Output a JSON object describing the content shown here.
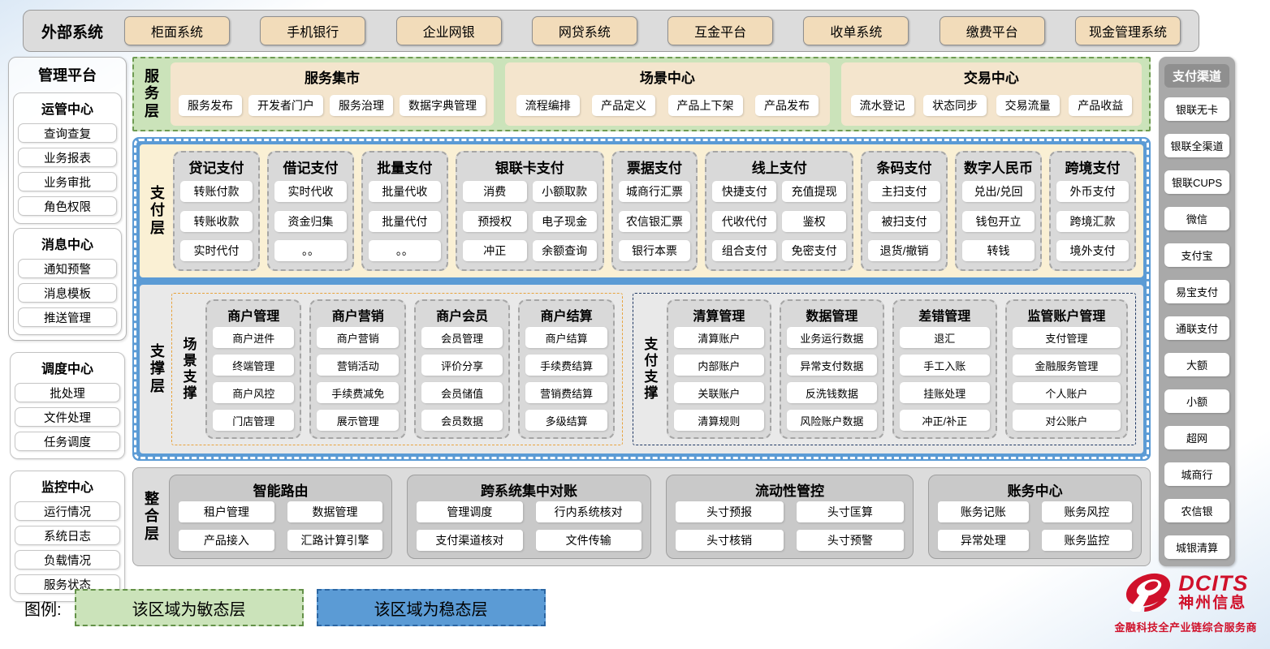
{
  "external_systems": {
    "label": "外部系统",
    "items": [
      "柜面系统",
      "手机银行",
      "企业网银",
      "网贷系统",
      "互金平台",
      "收单系统",
      "缴费平台",
      "现金管理系统"
    ]
  },
  "management_platform": {
    "title": "管理平台",
    "groups": [
      {
        "title": "运管中心",
        "items": [
          "查询查复",
          "业务报表",
          "业务审批",
          "角色权限"
        ]
      },
      {
        "title": "消息中心",
        "items": [
          "通知预警",
          "消息模板",
          "推送管理"
        ]
      },
      {
        "title": "调度中心",
        "items": [
          "批处理",
          "文件处理",
          "任务调度"
        ]
      },
      {
        "title": "监控中心",
        "items": [
          "运行情况",
          "系统日志",
          "负载情况",
          "服务状态"
        ]
      }
    ]
  },
  "service_layer": {
    "label": "服务层",
    "panels": [
      {
        "title": "服务集市",
        "items": [
          "服务发布",
          "开发者门户",
          "服务治理",
          "数据字典管理"
        ]
      },
      {
        "title": "场景中心",
        "items": [
          "流程编排",
          "产品定义",
          "产品上下架",
          "产品发布"
        ]
      },
      {
        "title": "交易中心",
        "items": [
          "流水登记",
          "状态同步",
          "交易流量",
          "产品收益"
        ]
      }
    ]
  },
  "payment_layer": {
    "label": "支付层",
    "columns": [
      {
        "title": "贷记支付",
        "cols": 1,
        "items": [
          "转账付款",
          "转账收款",
          "实时代付"
        ]
      },
      {
        "title": "借记支付",
        "cols": 1,
        "items": [
          "实时代收",
          "资金归集",
          "。。"
        ]
      },
      {
        "title": "批量支付",
        "cols": 1,
        "items": [
          "批量代收",
          "批量代付",
          "。。"
        ]
      },
      {
        "title": "银联卡支付",
        "cols": 2,
        "items": [
          "消费",
          "小额取款",
          "预授权",
          "电子现金",
          "冲正",
          "余额查询"
        ]
      },
      {
        "title": "票据支付",
        "cols": 1,
        "items": [
          "城商行汇票",
          "农信银汇票",
          "银行本票"
        ]
      },
      {
        "title": "线上支付",
        "cols": 2,
        "items": [
          "快捷支付",
          "充值提现",
          "代收代付",
          "鉴权",
          "组合支付",
          "免密支付"
        ]
      },
      {
        "title": "条码支付",
        "cols": 1,
        "items": [
          "主扫支付",
          "被扫支付",
          "退货/撤销"
        ]
      },
      {
        "title": "数字人民币",
        "cols": 1,
        "items": [
          "兑出/兑回",
          "钱包开立",
          "转钱"
        ]
      },
      {
        "title": "跨境支付",
        "cols": 1,
        "items": [
          "外币支付",
          "跨境汇款",
          "境外支付"
        ]
      }
    ]
  },
  "support_layer": {
    "label": "支撑层",
    "sections": [
      {
        "label": "场景支撑",
        "accent": "orange",
        "columns": [
          {
            "title": "商户管理",
            "items": [
              "商户进件",
              "终端管理",
              "商户风控",
              "门店管理"
            ]
          },
          {
            "title": "商户营销",
            "items": [
              "商户营销",
              "营销活动",
              "手续费减免",
              "展示管理"
            ]
          },
          {
            "title": "商户会员",
            "items": [
              "会员管理",
              "评价分享",
              "会员储值",
              "会员数据"
            ]
          },
          {
            "title": "商户结算",
            "items": [
              "商户结算",
              "手续费结算",
              "营销费结算",
              "多级结算"
            ]
          }
        ]
      },
      {
        "label": "支付支撑",
        "accent": "navy",
        "columns": [
          {
            "title": "清算管理",
            "items": [
              "清算账户",
              "内部账户",
              "关联账户",
              "清算规则"
            ]
          },
          {
            "title": "数据管理",
            "items": [
              "业务运行数据",
              "异常支付数据",
              "反洗钱数据",
              "风险账户数据"
            ]
          },
          {
            "title": "差错管理",
            "items": [
              "退汇",
              "手工入账",
              "挂账处理",
              "冲正/补正"
            ]
          },
          {
            "title": "监管账户管理",
            "items": [
              "支付管理",
              "金融服务管理",
              "个人账户",
              "对公账户"
            ]
          }
        ]
      }
    ]
  },
  "integration_layer": {
    "label": "整合层",
    "panels": [
      {
        "title": "智能路由",
        "items": [
          "租户管理",
          "数据管理",
          "产品接入",
          "汇路计算引擎"
        ]
      },
      {
        "title": "跨系统集中对账",
        "items": [
          "管理调度",
          "行内系统核对",
          "支付渠道核对",
          "文件传输"
        ]
      },
      {
        "title": "流动性管控",
        "items": [
          "头寸预报",
          "头寸匡算",
          "头寸核销",
          "头寸预警"
        ]
      },
      {
        "title": "账务中心",
        "items": [
          "账务记账",
          "账务风控",
          "异常处理",
          "账务监控"
        ]
      }
    ]
  },
  "payment_channels": {
    "title": "支付渠道",
    "items": [
      "银联无卡",
      "银联全渠道",
      "银联CUPS",
      "微信",
      "支付宝",
      "易宝支付",
      "通联支付",
      "大额",
      "小额",
      "超网",
      "城商行",
      "农信银",
      "城银清算"
    ]
  },
  "legend": {
    "label": "图例:",
    "agile": "该区域为敏态层",
    "stable": "该区域为稳态层"
  },
  "logo": {
    "brand": "DCITS",
    "name": "神州信息",
    "tagline": "金融科技全产业链综合服务商"
  },
  "colors": {
    "stable_blue": "#5B9BD5",
    "agile_green": "#CBE3BA",
    "external_tan": "#F2DCBA",
    "payment_yellow": "#FAF0D4",
    "panel_gray": "#D9D9D9",
    "scene_accent_orange": "#E8A33D",
    "payment_accent_navy": "#1F3864",
    "brand_red": "#D0112B"
  }
}
